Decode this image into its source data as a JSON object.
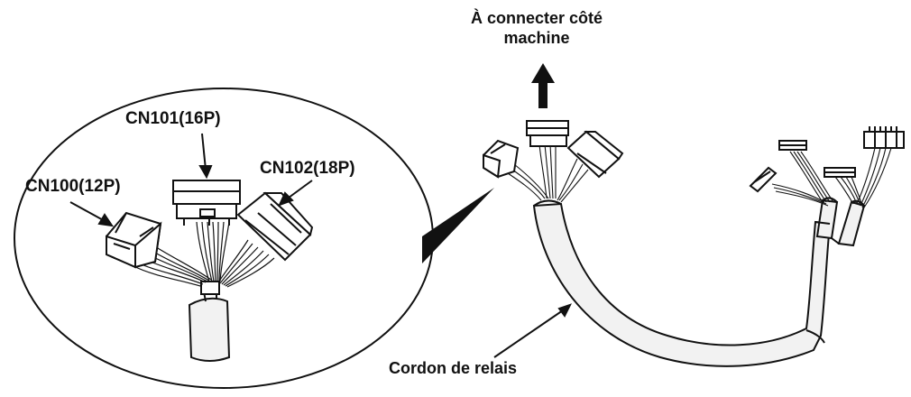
{
  "labels": {
    "cn100": "CN100(12P)",
    "cn101": "CN101(16P)",
    "cn102": "CN102(18P)",
    "machine_line1": "À connecter côté",
    "machine_line2": "machine",
    "cordon": "Cordon de relais"
  },
  "colors": {
    "stroke": "#111111",
    "fill": "#ffffff",
    "cable_shade": "#f2f2f2"
  }
}
